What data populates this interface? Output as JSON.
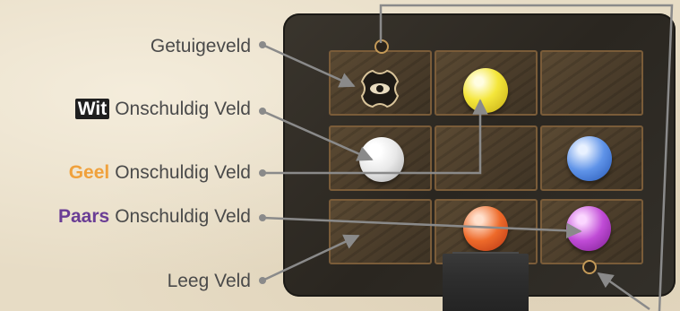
{
  "labels": {
    "getuigeveld": "Getuigeveld",
    "wit_prefix": "Wit",
    "wit_suffix": "Onschuldig Veld",
    "geel_prefix": "Geel",
    "geel_suffix": "Onschuldig Veld",
    "paars_prefix": "Paars",
    "paars_suffix": "Onschuldig Veld",
    "leeg": "Leeg Veld"
  },
  "board": {
    "rows": [
      [
        "witness-eye",
        "yellow",
        "empty"
      ],
      [
        "white",
        "empty",
        "blue"
      ],
      [
        "empty",
        "red",
        "purple"
      ]
    ]
  },
  "colors": {
    "geel": "#f0a13c",
    "paars": "#6a3d95",
    "wit_bg": "#1f1f1f",
    "text": "#4a4a4a",
    "arrow": "#8a8a8a"
  },
  "icons": [
    "eye-icon",
    "witness-token-icon",
    "pointer-arrow"
  ]
}
